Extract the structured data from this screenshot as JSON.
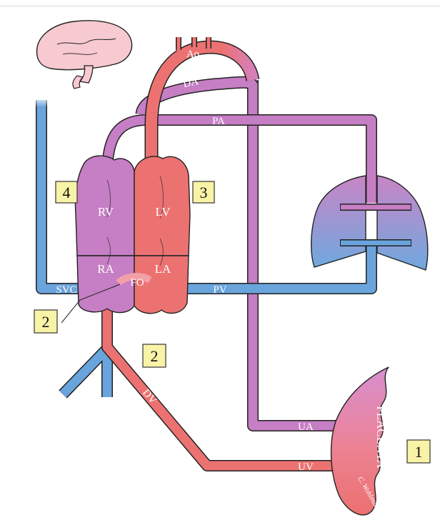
{
  "labels": {
    "ao": "Ao",
    "da": "DA",
    "pa": "PA",
    "rv": "RV",
    "lv": "LV",
    "ra": "RA",
    "la": "LA",
    "fo": "FO",
    "svc": "SVC",
    "pv": "PV",
    "dv": "DV",
    "ua": "UA",
    "uv": "UV",
    "placenta": "PLACENTA",
    "signature": "C. Wohlmuth"
  },
  "markers": {
    "m1": "1",
    "m2_foramen": "2",
    "m2_ductus_venosus": "2",
    "m3": "3",
    "m4": "4"
  },
  "colors": {
    "oxygenated": "#ec7272",
    "deoxygenated": "#6aa4dc",
    "mixed": "#c67ec4",
    "marker_fill": "#f8f3a6"
  }
}
